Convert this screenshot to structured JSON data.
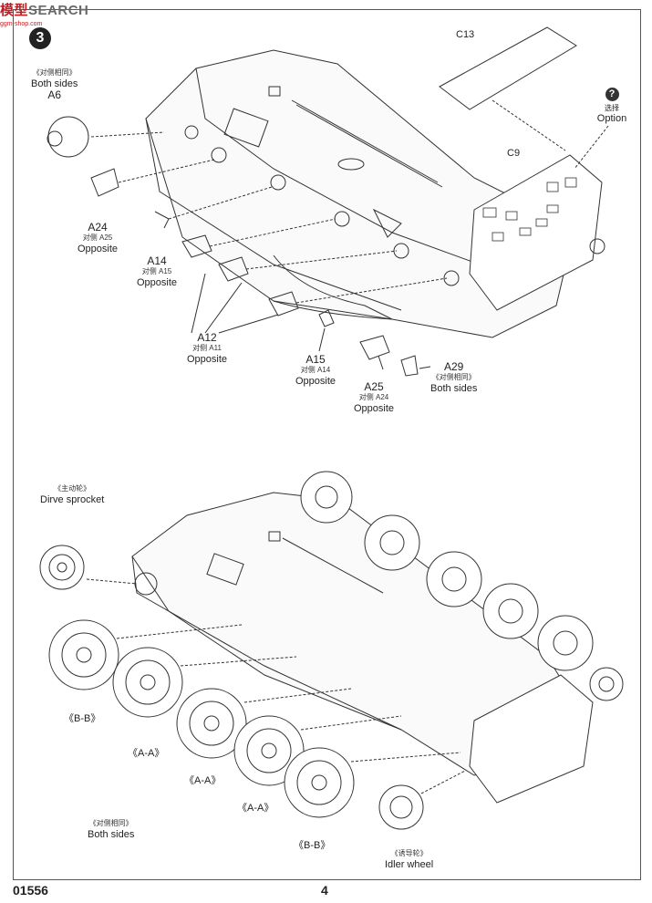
{
  "watermark": {
    "brand_cn": "模型",
    "brand_en": "SEARCH",
    "site": "ggm-shop.com"
  },
  "step": {
    "number": "3"
  },
  "option": {
    "icon": "question-icon",
    "cn": "选择",
    "en": "Option"
  },
  "labels": {
    "c13": "C13",
    "c9": "C9",
    "a6": {
      "cn": "《对侧相同》",
      "en": "Both sides",
      "part": "A6"
    },
    "a24": {
      "part": "A24",
      "cn": "对侧 A25",
      "en": "Opposite"
    },
    "a14": {
      "part": "A14",
      "cn": "对侧 A15",
      "en": "Opposite"
    },
    "a12": {
      "part": "A12",
      "cn": "对侧 A11",
      "en": "Opposite"
    },
    "a15": {
      "part": "A15",
      "cn": "对侧 A14",
      "en": "Opposite"
    },
    "a25": {
      "part": "A25",
      "cn": "对侧 A24",
      "en": "Opposite"
    },
    "a29": {
      "part": "A29",
      "cn": "《对侧相同》",
      "en": "Both sides"
    },
    "sprocket": {
      "cn": "《主动轮》",
      "en": "Dirve sprocket"
    },
    "wheel1": "《B-B》",
    "wheel2": "《A-A》",
    "wheel3": "《A-A》",
    "wheel4": "《A-A》",
    "wheel5": "《B-B》",
    "both_sides_bottom": {
      "cn": "《对侧相同》",
      "en": "Both sides"
    },
    "idler": {
      "cn": "《诱导轮》",
      "en": "Idler wheel"
    }
  },
  "footer": {
    "code": "01556",
    "page": "4"
  }
}
